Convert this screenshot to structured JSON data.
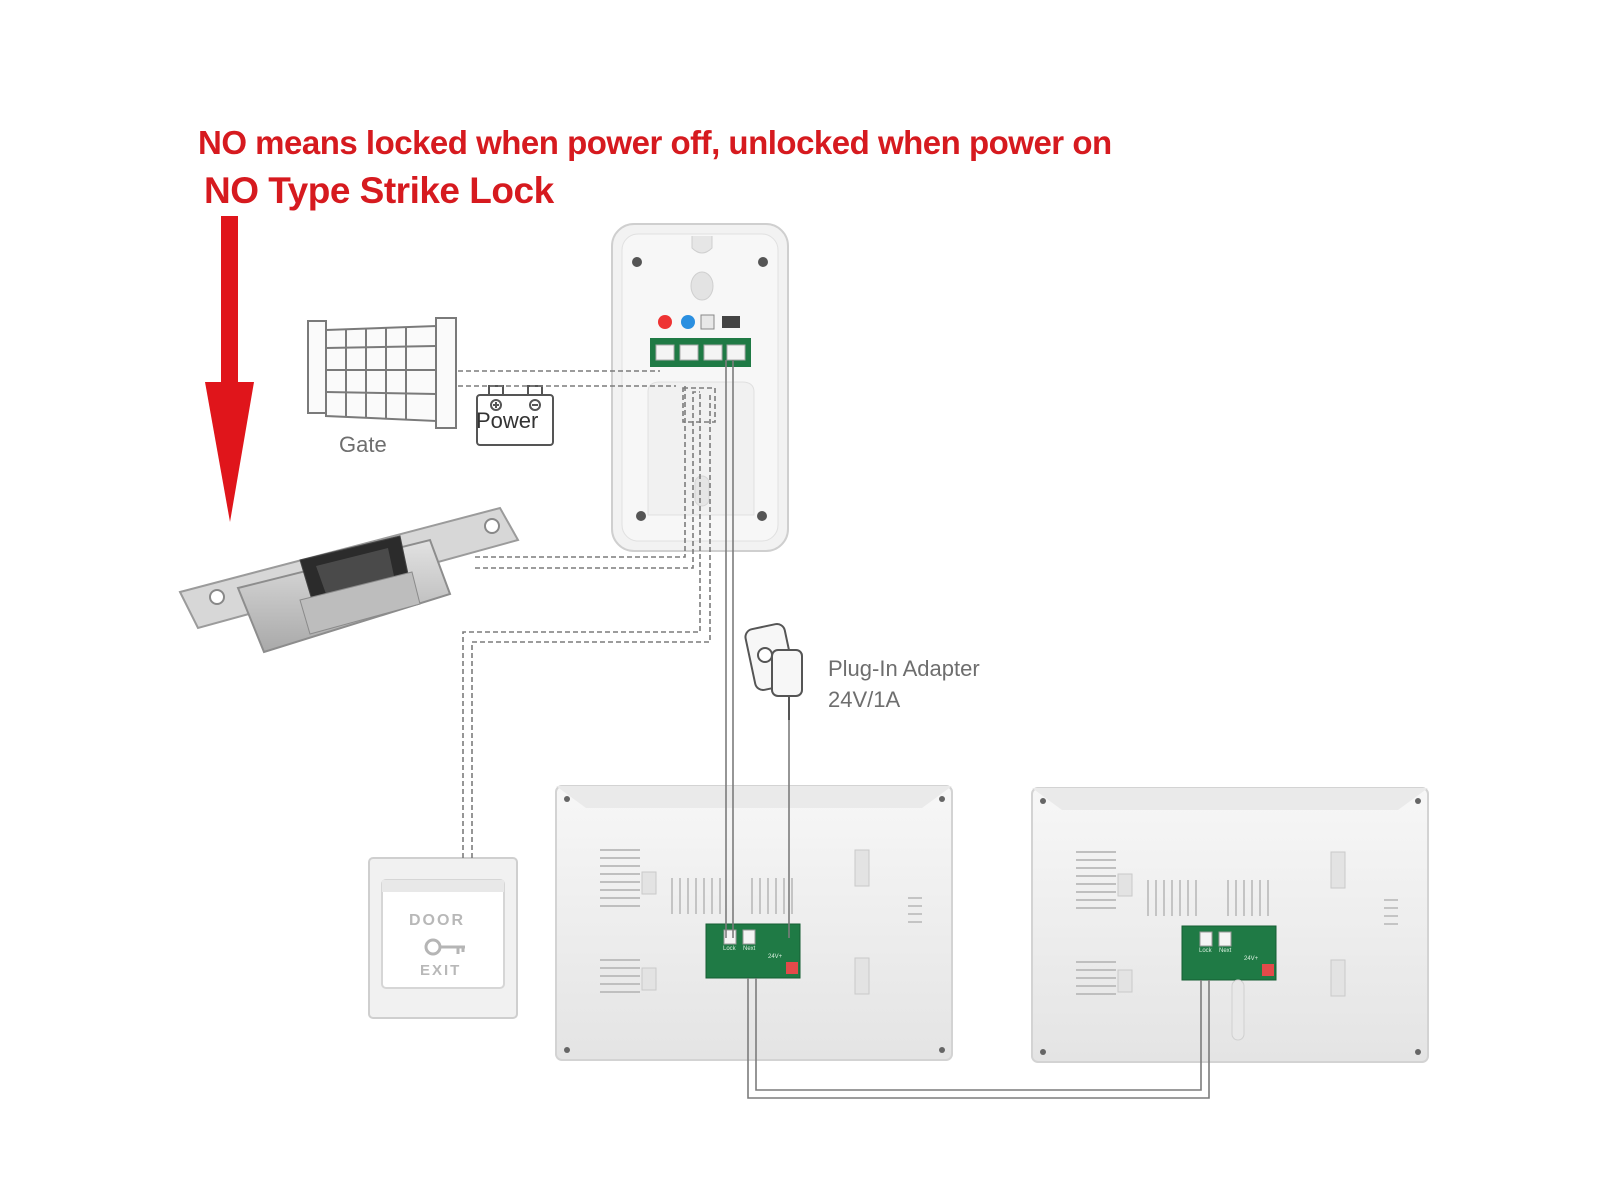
{
  "headline": {
    "line1": "NO means locked when power off, unlocked when power on",
    "line2": "NO Type Strike Lock"
  },
  "labels": {
    "gate": "Gate",
    "power": "Power",
    "plug_adapter_line1": "Plug-In Adapter",
    "plug_adapter_line2": "24V/1A",
    "exit_button_top": "DOOR",
    "exit_button_bottom": "EXIT"
  },
  "monitor_terminals": {
    "left": "Lock",
    "right": "Next",
    "power": "24V+"
  },
  "colors": {
    "headline_red": "#d61a1f",
    "arrow_red": "#e0151b",
    "device_body": "#f3f3f3",
    "device_outline": "#d2d2d2",
    "pcb_green": "#1f7a45",
    "wire_gray": "#7c7c7c",
    "label_gray": "#6e6e6e",
    "metal": "#c9c9c9"
  }
}
